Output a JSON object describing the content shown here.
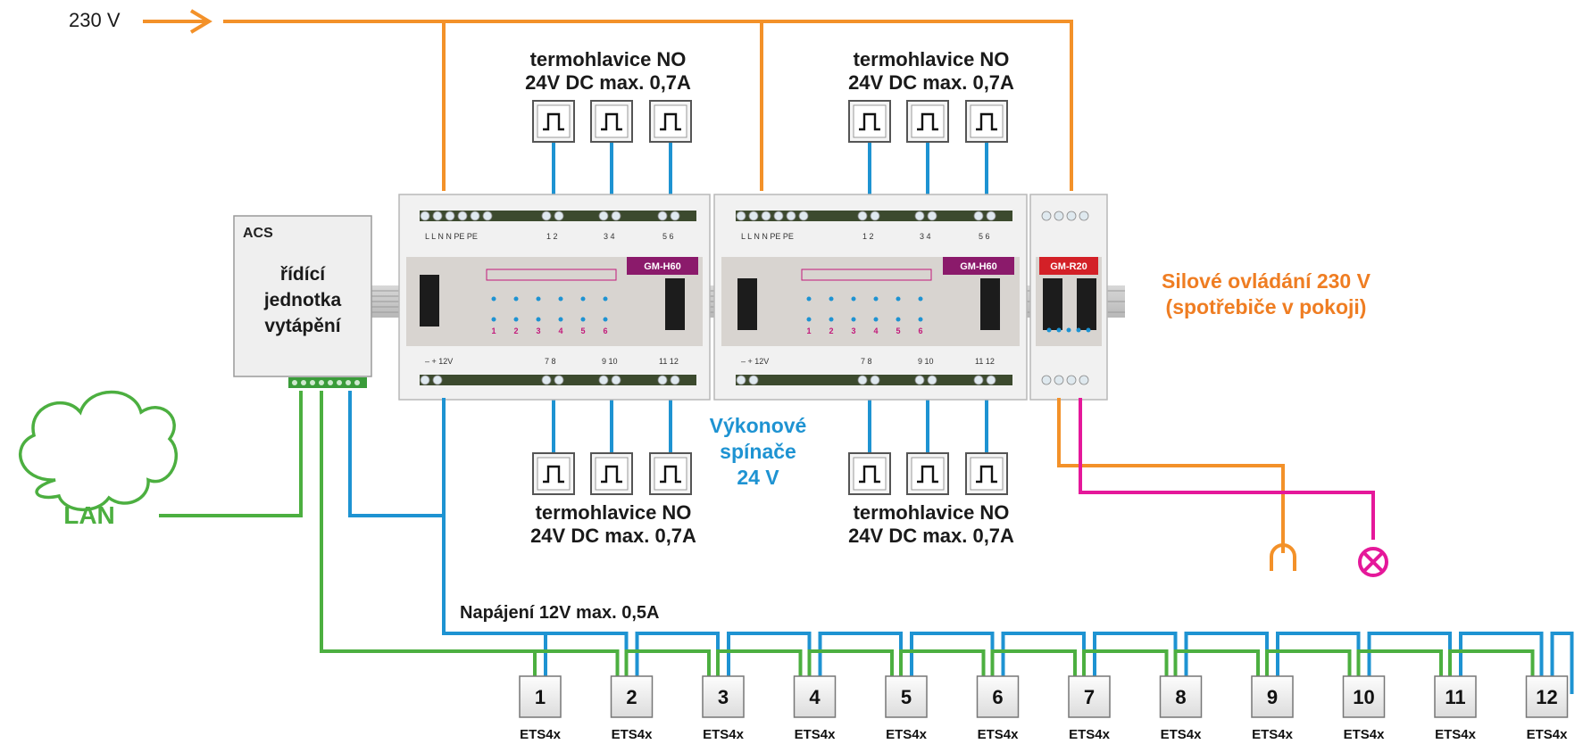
{
  "supply": {
    "label": "230 V"
  },
  "actuator_group_top_left": {
    "line1": "termohlavice NO",
    "line2": "24V DC max. 0,7A"
  },
  "actuator_group_top_right": {
    "line1": "termohlavice NO",
    "line2": "24V DC max. 0,7A"
  },
  "actuator_group_bottom_left": {
    "line1": "termohlavice NO",
    "line2": "24V DC max. 0,7A"
  },
  "actuator_group_bottom_right": {
    "line1": "termohlavice NO",
    "line2": "24V DC max. 0,7A"
  },
  "control_unit": {
    "brand": "ACS",
    "line1": "řídící",
    "line2": "jednotka",
    "line3": "vytápění"
  },
  "module_left": {
    "name": "GM-H60",
    "top_terminals": "L  L  N  N  PE PE",
    "top_outputs": [
      "1 2",
      "3 4",
      "5 6"
    ],
    "bottom_power": "–  + 12V",
    "bottom_outputs": [
      "7 8",
      "9 10",
      "11 12"
    ],
    "channels": [
      "1",
      "2",
      "3",
      "4",
      "5",
      "6"
    ]
  },
  "module_right": {
    "name": "GM-H60",
    "top_terminals": "L  L  N  N  PE PE",
    "top_outputs": [
      "1 2",
      "3 4",
      "5 6"
    ],
    "bottom_power": "–  + 12V",
    "bottom_outputs": [
      "7 8",
      "9 10",
      "11 12"
    ],
    "channels": [
      "1",
      "2",
      "3",
      "4",
      "5",
      "6"
    ]
  },
  "relay_module": {
    "name": "GM-R20"
  },
  "power_control": {
    "line1": "Silové ovládání 230 V",
    "line2": "(spotřebiče v pokoji)"
  },
  "switches_label": {
    "line1": "Výkonové",
    "line2": "spínače",
    "line3": "24 V"
  },
  "lan": {
    "label": "LAN"
  },
  "bus_power": {
    "label": "Napájení 12V max. 0,5A"
  },
  "thermostats": {
    "model": "ETS4x",
    "numbers": [
      "1",
      "2",
      "3",
      "4",
      "5",
      "6",
      "7",
      "8",
      "9",
      "10",
      "11",
      "12"
    ]
  },
  "colors": {
    "power_230v": "#f39129",
    "bus_blue": "#1e93d2",
    "lan_green": "#4caf40",
    "load_magenta": "#e5189a",
    "module_accent": "#8b1a6b",
    "relay_accent": "#d32027",
    "power_text": "#ef7d22",
    "switch_text": "#1e93d2"
  },
  "icons": [
    "arrow-right-icon",
    "pulse-icon",
    "cloud-icon",
    "socket-icon",
    "lamp-icon"
  ]
}
